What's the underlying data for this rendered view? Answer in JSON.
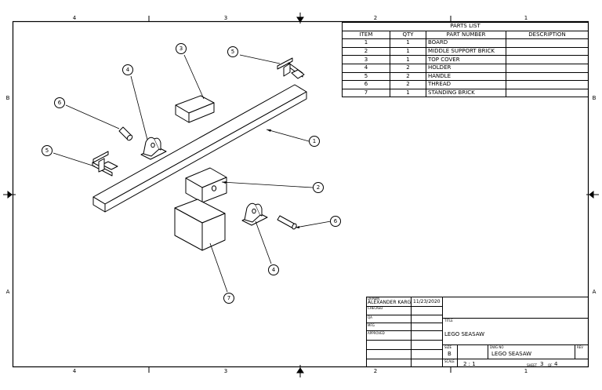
{
  "border": {
    "top_zones": [
      "4",
      "3",
      "2",
      "1"
    ],
    "bottom_zones": [
      "4",
      "3",
      "2",
      "1"
    ],
    "left_zones": [
      "B",
      "A"
    ],
    "right_zones": [
      "B",
      "A"
    ]
  },
  "parts_list": {
    "title": "PARTS LIST",
    "headers": [
      "ITEM",
      "QTY",
      "PART NUMBER",
      "DESCRIPTION"
    ],
    "rows": [
      {
        "item": "1",
        "qty": "1",
        "part": "BOARD",
        "desc": ""
      },
      {
        "item": "2",
        "qty": "1",
        "part": "MIDDLE SUPPORT BRICK",
        "desc": ""
      },
      {
        "item": "3",
        "qty": "1",
        "part": "TOP COVER",
        "desc": ""
      },
      {
        "item": "4",
        "qty": "2",
        "part": "HOLDER",
        "desc": ""
      },
      {
        "item": "5",
        "qty": "2",
        "part": "HANDLE",
        "desc": ""
      },
      {
        "item": "6",
        "qty": "2",
        "part": "THREAD",
        "desc": ""
      },
      {
        "item": "7",
        "qty": "1",
        "part": "STANDING BRICK",
        "desc": ""
      }
    ]
  },
  "balloons": [
    "1",
    "2",
    "3",
    "4",
    "4",
    "5",
    "5",
    "6",
    "6",
    "7"
  ],
  "title_block": {
    "drawn_label": "DRAWN",
    "drawn_by": "ALEXANDER KARG",
    "drawn_date": "11/23/2020",
    "checked_label": "CHECKED",
    "qa_label": "QA",
    "mfg_label": "MFG",
    "approved_label": "APPROVED",
    "title_label": "TITLE",
    "title": "LEGO SEASAW",
    "size_label": "SIZE",
    "size": "B",
    "dwg_no_label": "DWG NO",
    "dwg_no": "LEGO SEASAW",
    "rev_label": "REV",
    "scale_label": "SCALE",
    "scale": "2 : 1",
    "sheet_label": "SHEET",
    "sheet": "3",
    "of_label": "OF",
    "sheet_total": "4"
  }
}
